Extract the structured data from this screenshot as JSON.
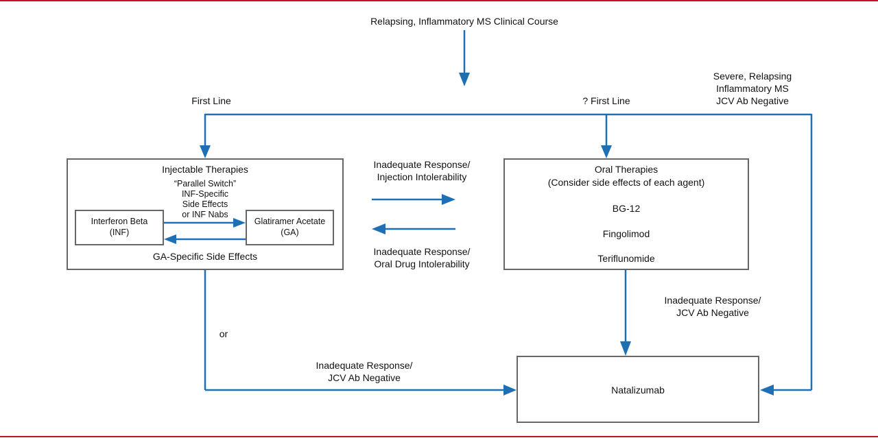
{
  "title": "Relapsing, Inflammatory MS Clinical Course",
  "labels": {
    "first_line": "First Line",
    "q_first_line": "? First Line",
    "severe_line1": "Severe, Relapsing",
    "severe_line2": "Inflammatory MS",
    "severe_line3": "JCV Ab Negative",
    "inadequate_inj_line1": "Inadequate Response/",
    "inadequate_inj_line2": "Injection Intolerability",
    "inadequate_oral_line1": "Inadequate Response/",
    "inadequate_oral_line2": "Oral Drug Intolerability",
    "inadequate_jcv_right_line1": "Inadequate Response/",
    "inadequate_jcv_right_line2": "JCV Ab Negative",
    "inadequate_jcv_bottom_line1": "Inadequate Response/",
    "inadequate_jcv_bottom_line2": "JCV Ab Negative",
    "or": "or"
  },
  "injectable": {
    "title": "Injectable Therapies",
    "parallel_switch": "“Parallel Switch”",
    "inf_specific_line1": "INF-Specific",
    "inf_specific_line2": "Side Effects",
    "inf_specific_line3": "or INF Nabs",
    "interferon_line1": "Interferon Beta",
    "interferon_line2": "(INF)",
    "glatiramer_line1": "Glatiramer Acetate",
    "glatiramer_line2": "(GA)",
    "ga_side_effects": "GA-Specific Side Effects"
  },
  "oral": {
    "title": "Oral Therapies",
    "subtitle": "(Consider side effects of each agent)",
    "drugs": [
      "BG-12",
      "Fingolimod",
      "Teriflunomide"
    ]
  },
  "natalizumab": "Natalizumab",
  "colors": {
    "arrow": "#1f6fb5",
    "box_border": "#666666",
    "rule": "#c8102e"
  }
}
